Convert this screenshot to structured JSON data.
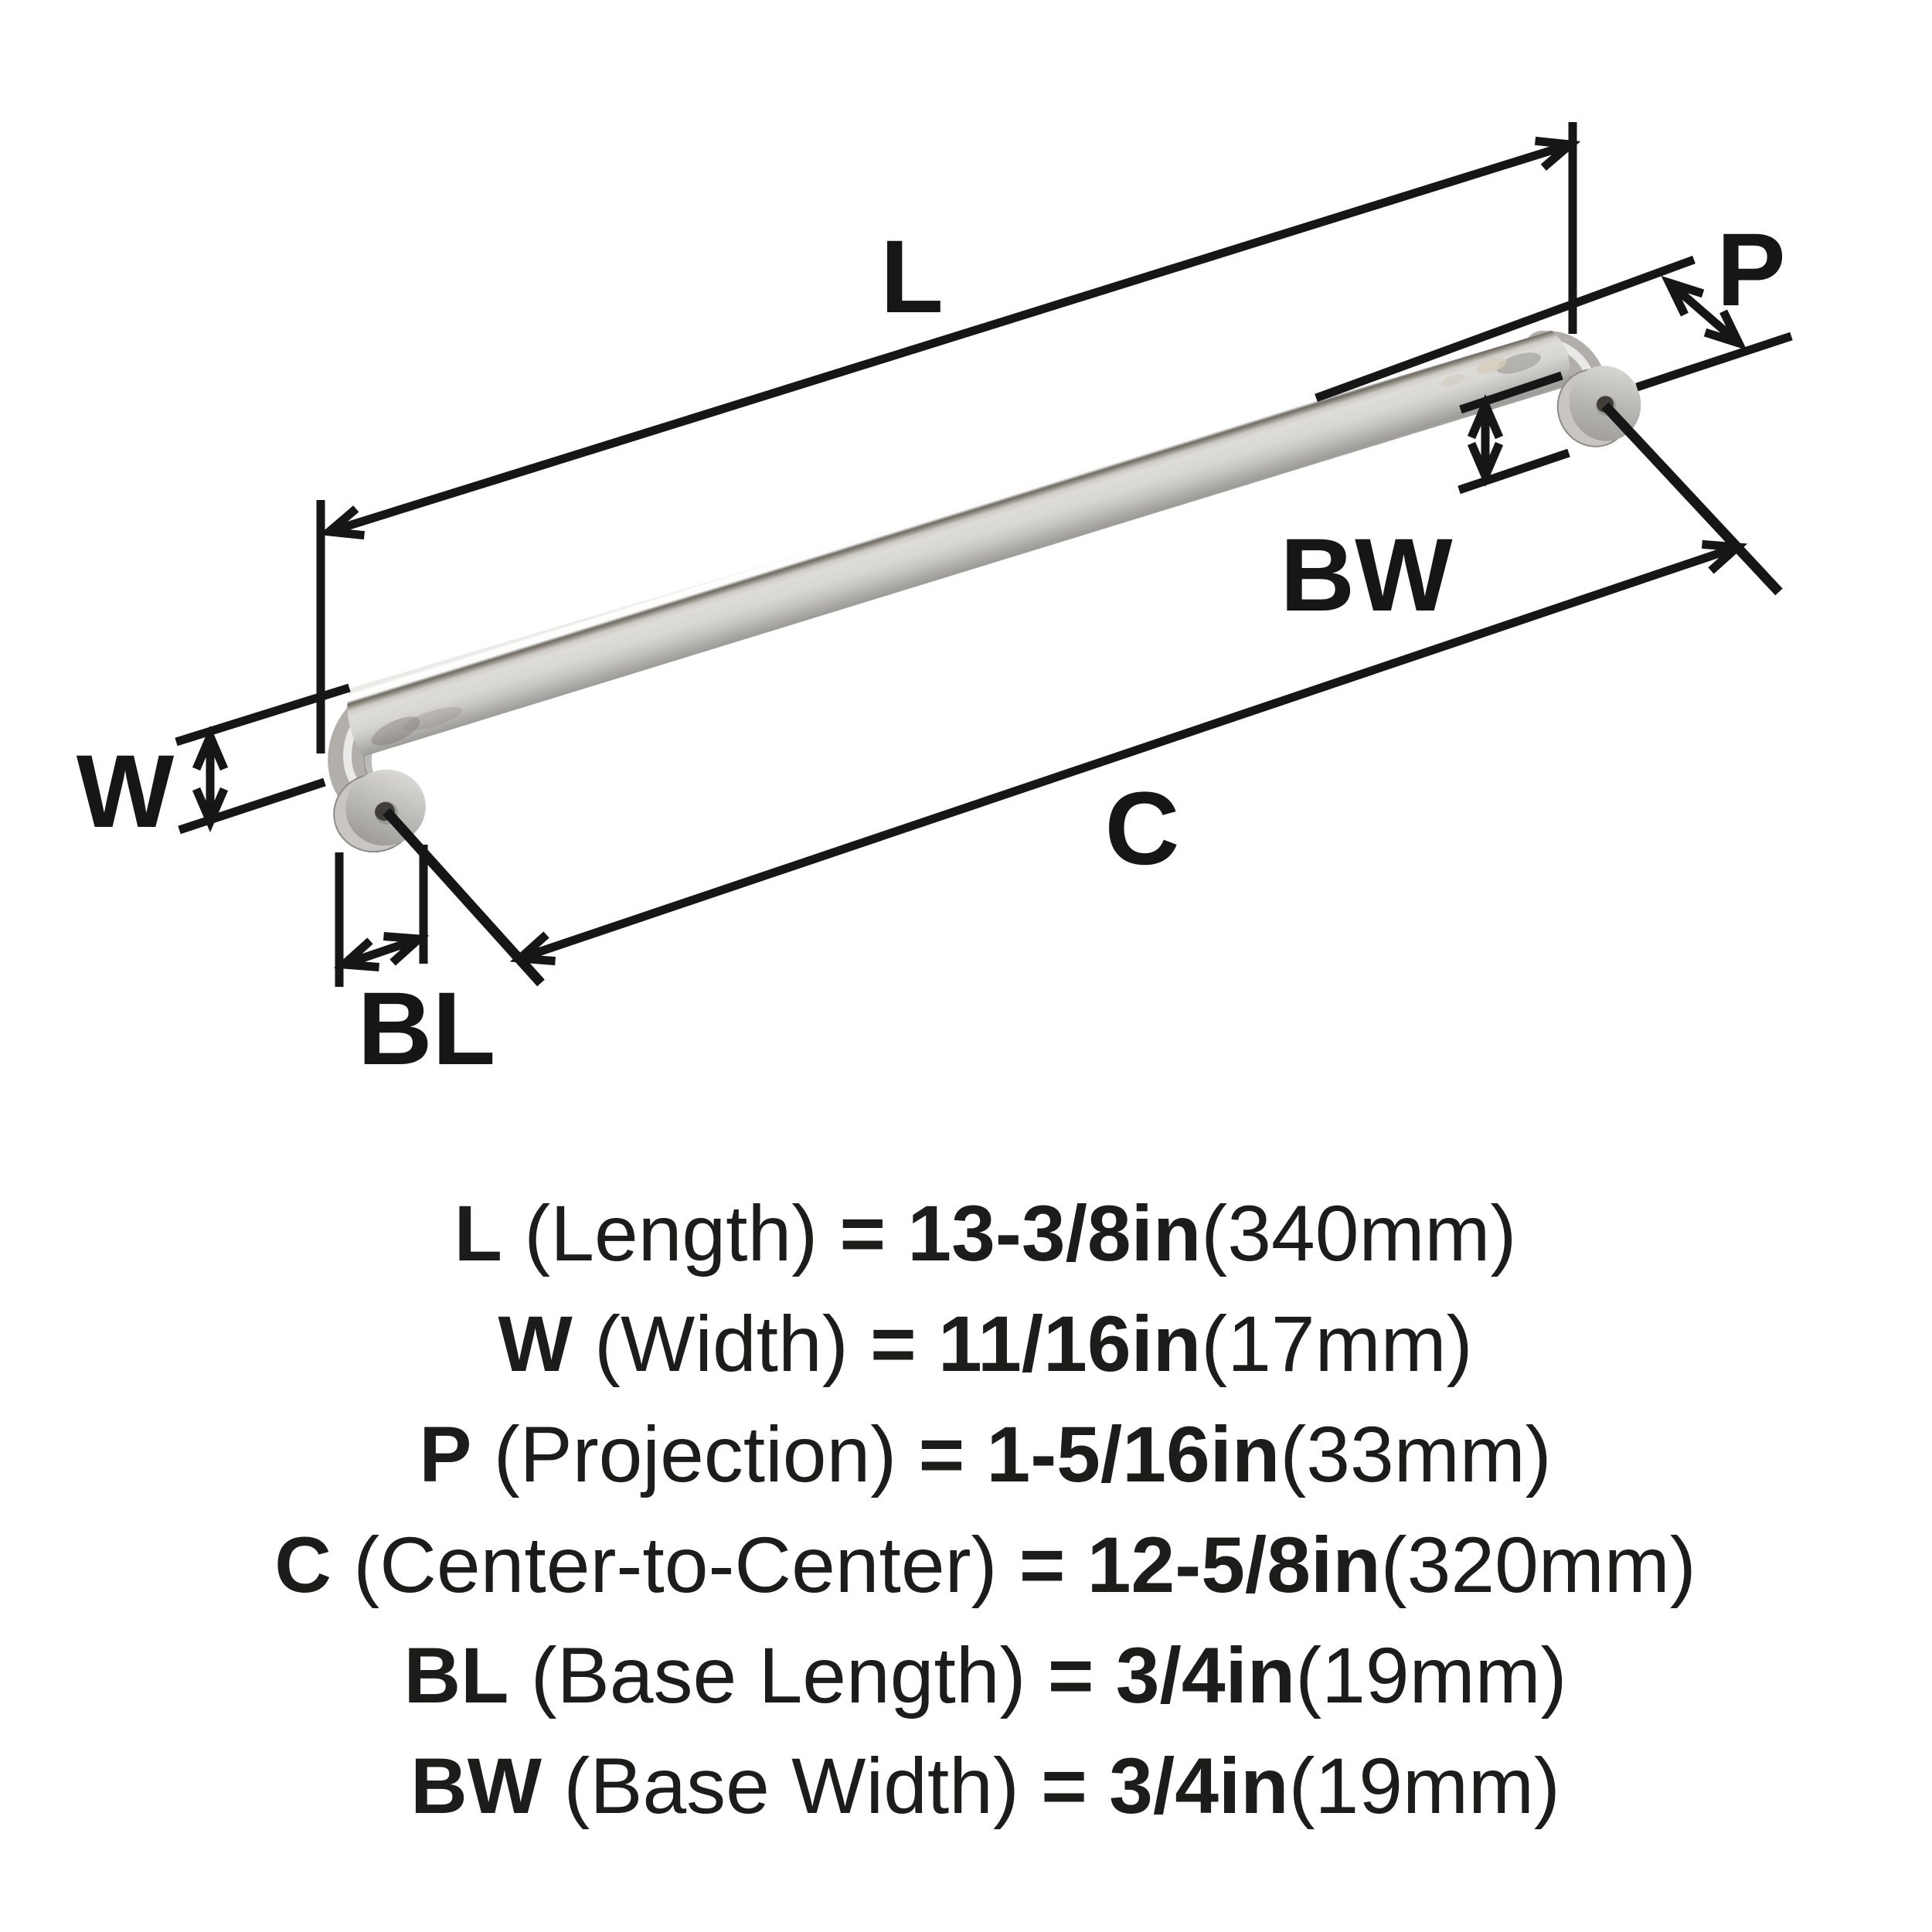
{
  "diagram": {
    "labels": {
      "length": "L",
      "width": "W",
      "projection": "P",
      "center_to_center": "C",
      "base_width": "BW",
      "base_length": "BL"
    },
    "line_color": "#161616",
    "metal_colors": {
      "highlight": "#ffffff",
      "light": "#dedcd9",
      "mid": "#c4c2be",
      "dark_reflection": "#6e6a63",
      "disc_face": "#b5b3af",
      "screw_hole": "#413e3a"
    }
  },
  "specs": [
    {
      "abbr": "L",
      "name_part": " (Length) ",
      "value_part": "= 13-3/8in",
      "metric_part": "(340mm)"
    },
    {
      "abbr": "W",
      "name_part": " (Width) ",
      "value_part": "= 11/16in",
      "metric_part": "(17mm)"
    },
    {
      "abbr": "P",
      "name_part": " (Projection) ",
      "value_part": "= 1-5/16in",
      "metric_part": "(33mm)"
    },
    {
      "abbr": "C",
      "name_part": " (Center-to-Center) ",
      "value_part": "= 12-5/8in",
      "metric_part": "(320mm)"
    },
    {
      "abbr": "BL",
      "name_part": " (Base Length) ",
      "value_part": "= 3/4in",
      "metric_part": "(19mm)"
    },
    {
      "abbr": "BW",
      "name_part": " (Base Width) ",
      "value_part": "= 3/4in",
      "metric_part": "(19mm)"
    }
  ]
}
